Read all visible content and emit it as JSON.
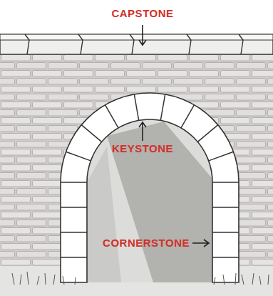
{
  "diagram": {
    "labels": [
      "CAPSTONE",
      "KEYSTONE",
      "CORNERSTONE"
    ]
  }
}
